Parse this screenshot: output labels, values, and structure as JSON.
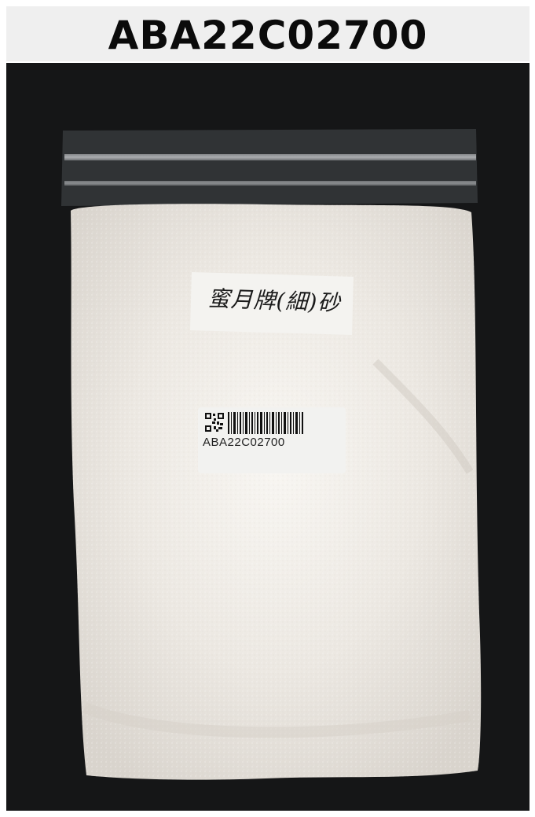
{
  "header": {
    "title": "ABA22C02700"
  },
  "photo": {
    "background_color": "#151617",
    "bag_color": "#ece8e3",
    "handwritten_note": {
      "text": "蜜月牌(細)砂"
    },
    "barcode_label": {
      "code_text": "ABA22C02700",
      "qr_icon": "qr-code-icon",
      "barcode_icon": "barcode-icon"
    }
  }
}
